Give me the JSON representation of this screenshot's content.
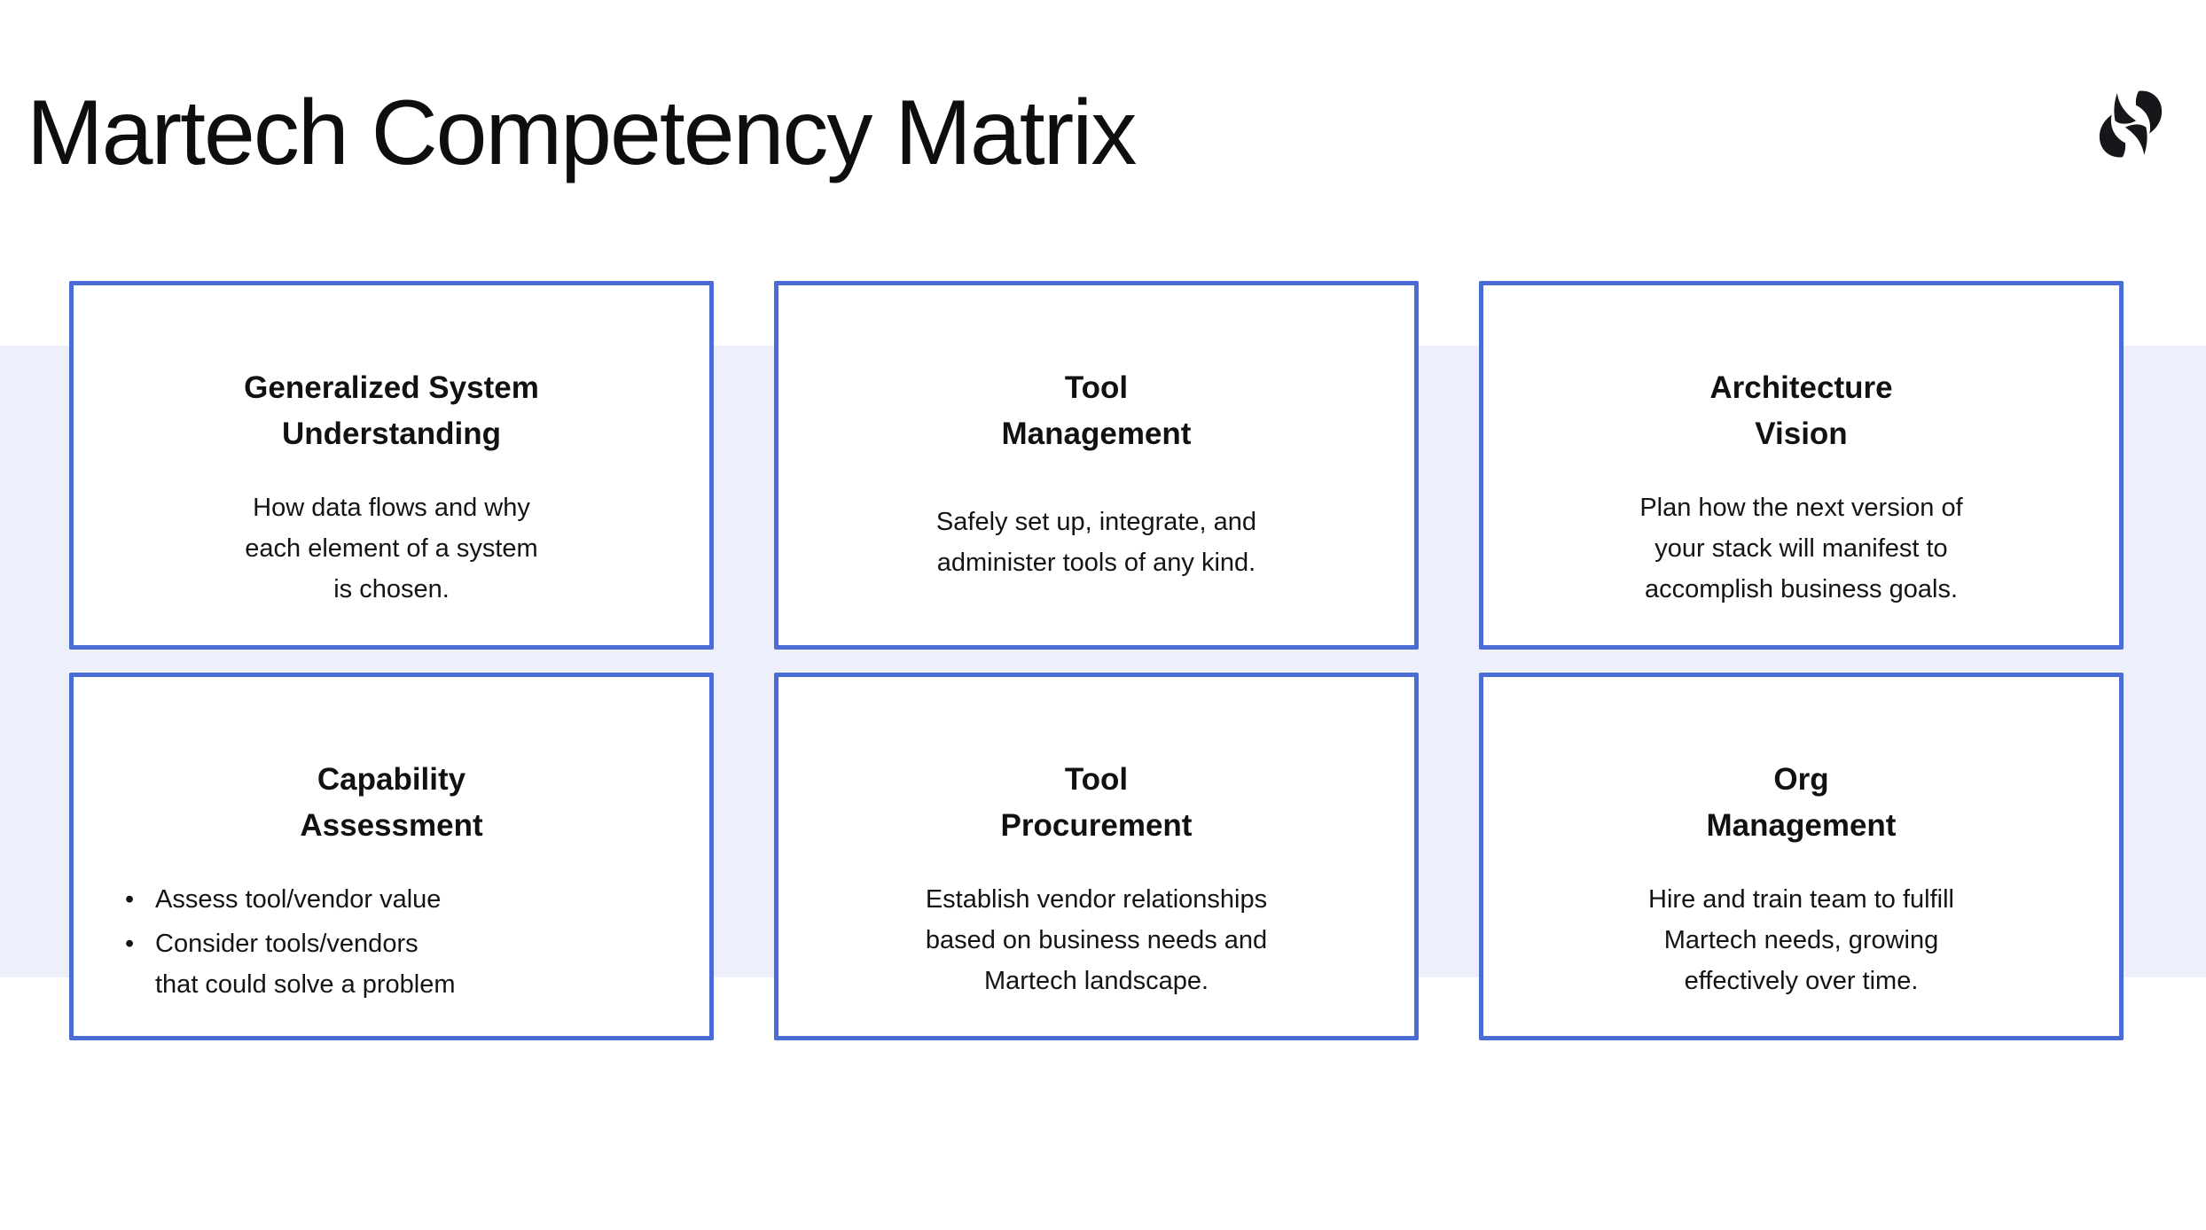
{
  "page": {
    "title": "Martech Competency Matrix"
  },
  "logo": {
    "name": "reforge-logo",
    "color": "#17171b"
  },
  "colors": {
    "card_border": "#4A6CD4",
    "band": "#EDEFFA",
    "background": "#FFFFFF",
    "text": "#141417"
  },
  "glyphs": {
    "bullet": "•"
  },
  "cards": [
    {
      "title_lines": [
        "Generalized System",
        "Understanding"
      ],
      "body_lines": [
        "How data flows and why",
        "each element of a system",
        "is chosen."
      ]
    },
    {
      "title_lines": [
        "Tool",
        "Management"
      ],
      "body_lines": [
        "Safely set up, integrate, and",
        "administer tools of any kind."
      ]
    },
    {
      "title_lines": [
        "Architecture",
        "Vision"
      ],
      "body_lines": [
        "Plan how the next version of",
        "your stack will manifest to",
        "accomplish business goals."
      ]
    },
    {
      "title_lines": [
        "Capability",
        "Assessment"
      ],
      "bullets": [
        [
          "Assess tool/vendor value"
        ],
        [
          "Consider tools/vendors",
          "that could solve a problem"
        ]
      ]
    },
    {
      "title_lines": [
        "Tool",
        "Procurement"
      ],
      "body_lines": [
        "Establish vendor relationships",
        "based on business needs and",
        "Martech landscape."
      ]
    },
    {
      "title_lines": [
        "Org",
        "Management"
      ],
      "body_lines": [
        "Hire and train team to fulfill",
        "Martech needs, growing",
        "effectively over time."
      ]
    }
  ]
}
